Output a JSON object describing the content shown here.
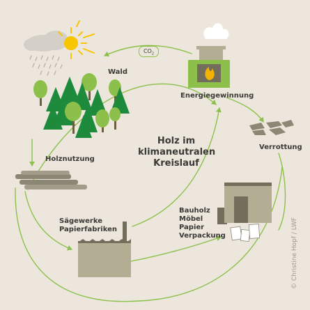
{
  "title": {
    "line1": "Holz im",
    "line2": "klimaneutralen",
    "line3": "Kreislauf"
  },
  "labels": {
    "wald": "Wald",
    "energie": "Energiegewinnung",
    "verrottung": "Verrottung",
    "holznutzung": "Holznutzung",
    "saegewerke": "Sägewerke",
    "papierfabriken": "Papierfabriken",
    "products": [
      "Bauholz",
      "Möbel",
      "Papier",
      "Verpackung"
    ]
  },
  "co2": {
    "main": "CO",
    "sub": "2"
  },
  "credit": "© Christine Hopf / LWF",
  "colors": {
    "background": "#ece6dd",
    "arrow": "#8cc04a",
    "building": "#b3ad93",
    "building_dark": "#726e5b",
    "tree_dark": "#1e8a3c",
    "tree_light": "#8cc04a",
    "sun": "#f7c600",
    "fire": "#f3b300"
  }
}
